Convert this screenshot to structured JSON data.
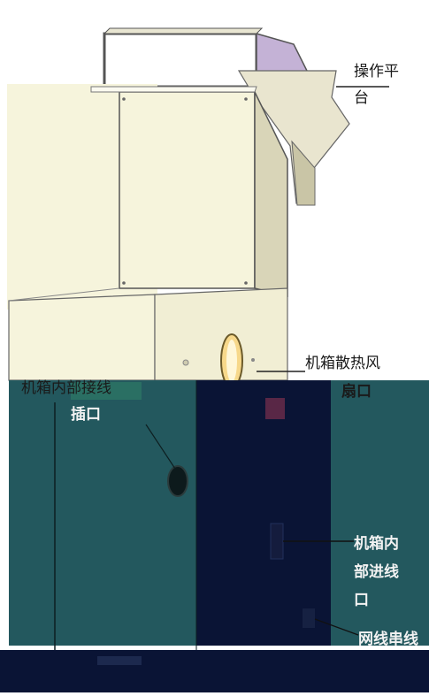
{
  "diagram": {
    "labels": {
      "operation_platform": {
        "line1": "操作平",
        "line2": "台"
      },
      "chassis_fan": {
        "line1": "机箱散热风",
        "line2": "扇口"
      },
      "chassis_inner_cable": {
        "line1": "机箱内部接线",
        "line2": "插口"
      },
      "chassis_inlet": {
        "line1": "机箱内",
        "line2": "部进线",
        "line3": "口"
      },
      "network_cable": {
        "line1": "网线串线"
      }
    },
    "colors": {
      "cabinet_face": "#f6f4dc",
      "cabinet_shadow": "#d9d5b8",
      "platform_purple": "#c4b2d6",
      "lower_teal": "#23585e",
      "lower_navy": "#0a1435",
      "outline": "#333333"
    }
  }
}
